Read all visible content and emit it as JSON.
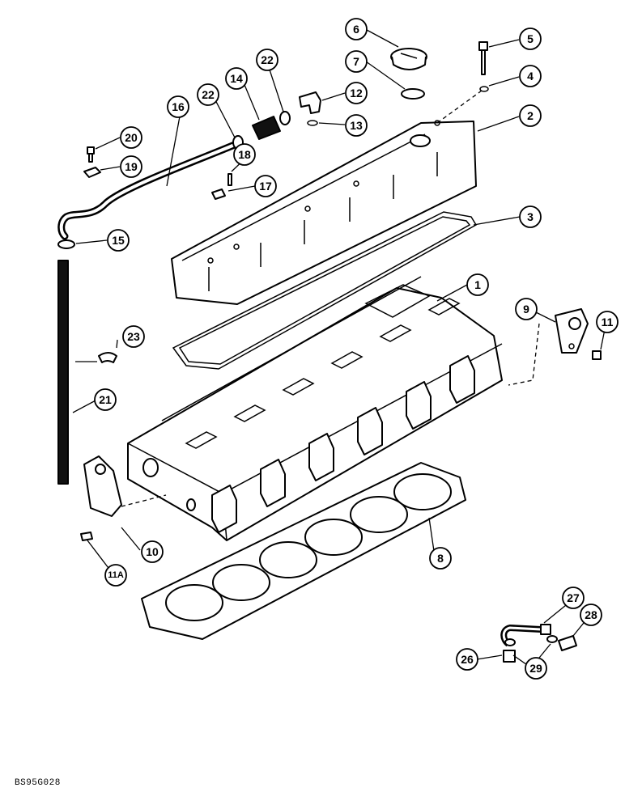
{
  "figure_code": "BS95G028",
  "callouts": [
    {
      "id": "c1",
      "label": "1"
    },
    {
      "id": "c2",
      "label": "2"
    },
    {
      "id": "c3",
      "label": "3"
    },
    {
      "id": "c4",
      "label": "4"
    },
    {
      "id": "c5",
      "label": "5"
    },
    {
      "id": "c6",
      "label": "6"
    },
    {
      "id": "c7",
      "label": "7"
    },
    {
      "id": "c8",
      "label": "8"
    },
    {
      "id": "c9",
      "label": "9"
    },
    {
      "id": "c10",
      "label": "10"
    },
    {
      "id": "c11",
      "label": "11"
    },
    {
      "id": "c11a",
      "label": "11A"
    },
    {
      "id": "c12",
      "label": "12"
    },
    {
      "id": "c13",
      "label": "13"
    },
    {
      "id": "c14",
      "label": "14"
    },
    {
      "id": "c15",
      "label": "15"
    },
    {
      "id": "c16",
      "label": "16"
    },
    {
      "id": "c17",
      "label": "17"
    },
    {
      "id": "c18",
      "label": "18"
    },
    {
      "id": "c19",
      "label": "19"
    },
    {
      "id": "c20",
      "label": "20"
    },
    {
      "id": "c21",
      "label": "21"
    },
    {
      "id": "c22a",
      "label": "22"
    },
    {
      "id": "c22b",
      "label": "22"
    },
    {
      "id": "c23",
      "label": "23"
    },
    {
      "id": "c26",
      "label": "26"
    },
    {
      "id": "c27",
      "label": "27"
    },
    {
      "id": "c28",
      "label": "28"
    },
    {
      "id": "c29",
      "label": "29"
    }
  ]
}
